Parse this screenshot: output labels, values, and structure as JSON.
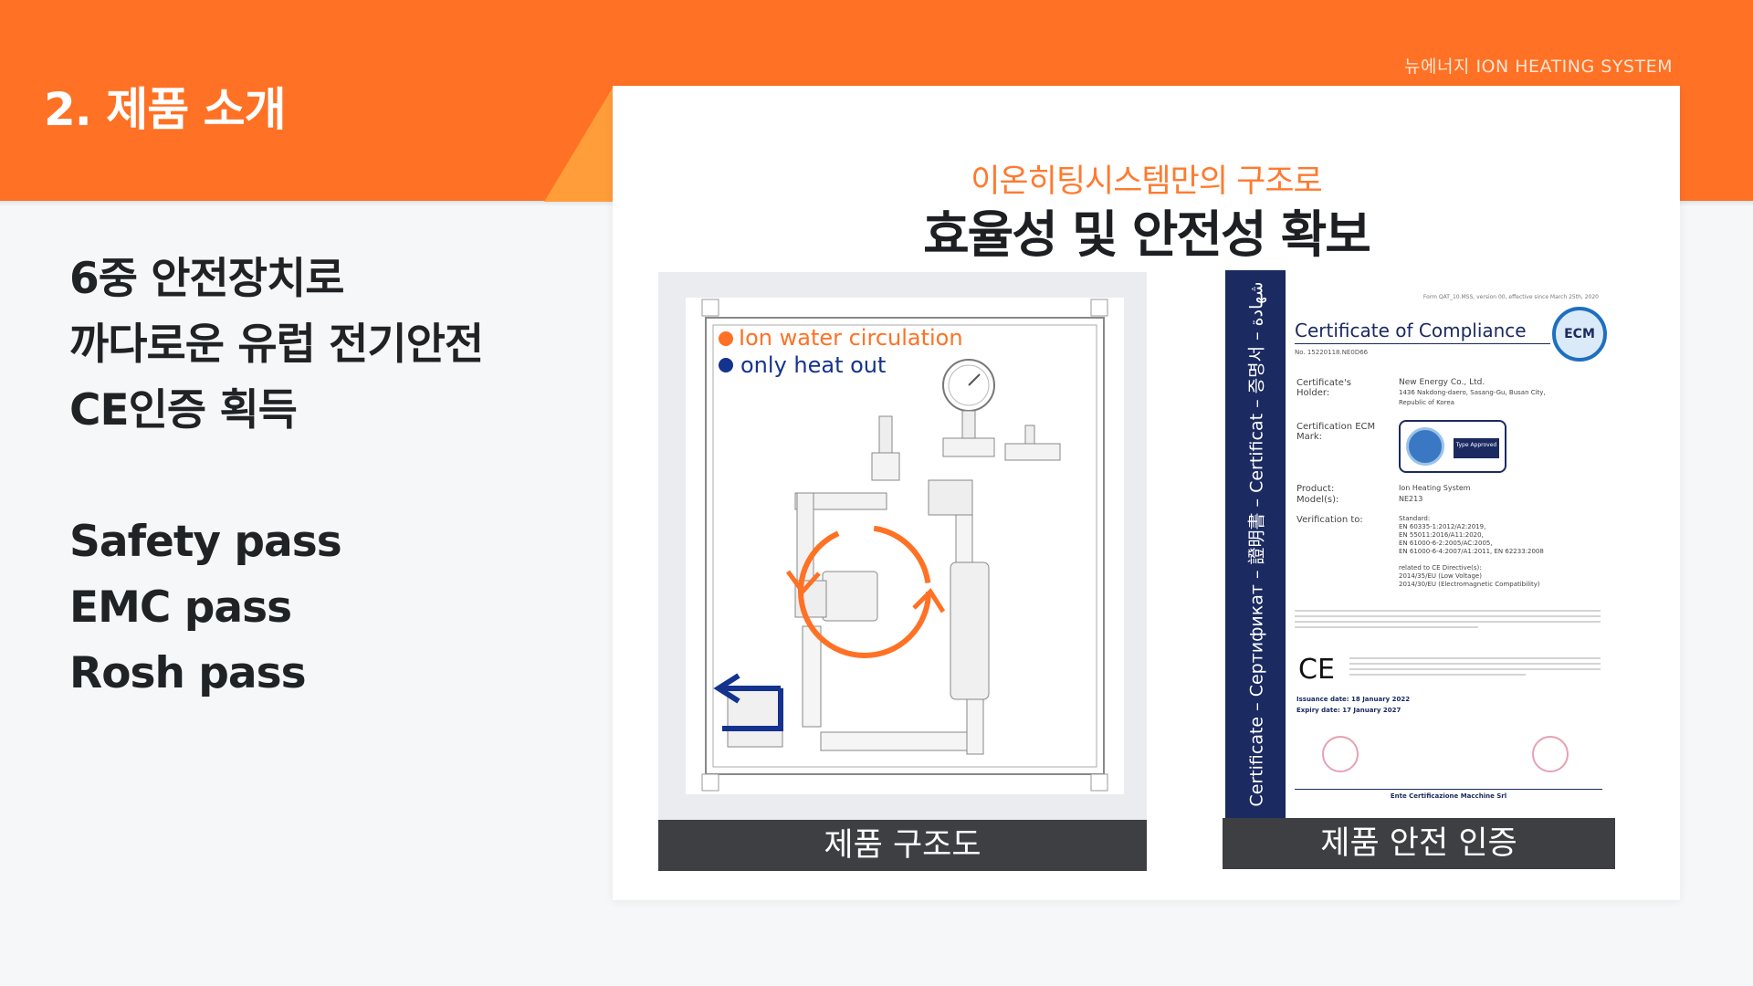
{
  "header": {
    "section_title": "2. 제품 소개",
    "label": "뉴에너지 ION HEATING SYSTEM"
  },
  "left": {
    "lines_ko": [
      "6중 안전장치로",
      "까다로운 유럽 전기안전",
      "CE인증 획득"
    ],
    "lines_en": [
      "Safety pass",
      "EMC pass",
      "Rosh pass"
    ]
  },
  "card": {
    "subtitle": "이온히팅시스템만의 구조로",
    "title": "효율성 및 안전성 확보"
  },
  "diagram": {
    "legend_orange": "Ion water circulation",
    "legend_blue": "only heat out",
    "caption": "제품 구조도",
    "colors": {
      "orange": "#ff7124",
      "blue": "#14338e"
    }
  },
  "certificate": {
    "strip_text": "Certificate – Сертификат – 證明書 – Certificat – 증명서 – شهادة",
    "form_ref": "Form QAT_10.MSS, version 00, effective since March 25th, 2020",
    "title": "Certificate of Compliance",
    "number": "No. 15220118.NE0D66",
    "holder_label": "Certificate's Holder:",
    "holder_value": [
      "New Energy Co., Ltd.",
      "1436 Nakdong-daero, Sasang-Gu, Busan City,",
      "Republic of Korea"
    ],
    "mark_label": "Certification ECM Mark:",
    "mark_value": "Type Approved",
    "product_label": "Product:",
    "product_value": "Ion Heating System",
    "model_label": "Model(s):",
    "model_value": "NE213",
    "verification_label": "Verification to:",
    "verification_value": [
      "Standard:",
      "EN 60335-1:2012/A2:2019,",
      "EN 55011:2016/A11:2020,",
      "EN 61000-6-2:2005/AC:2005,",
      "EN 61000-6-4:2007/A1:2011, EN 62233:2008",
      "",
      "related to CE Directive(s):",
      "2014/35/EU (Low Voltage)",
      "2014/30/EU (Electromagnetic Compatibility)"
    ],
    "ce_mark": "CE",
    "issuance": "Issuance date: 18 January 2022",
    "expiry": "Expiry date: 17 January 2027",
    "footer_org": "Ente Certificazione Macchine Srl",
    "caption": "제품 안전 인증"
  }
}
